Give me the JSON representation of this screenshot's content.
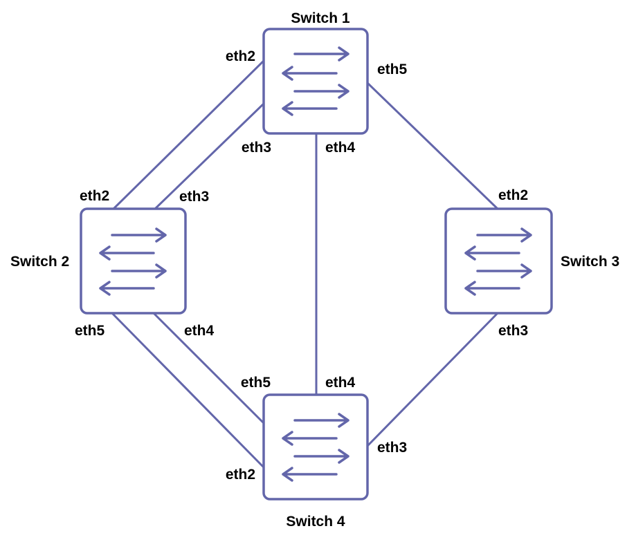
{
  "colors": {
    "accent": "#6366aa",
    "text": "#000000",
    "background": "#ffffff"
  },
  "switches": {
    "s1": {
      "label": "Switch 1",
      "icon": "switch-arrows-icon"
    },
    "s2": {
      "label": "Switch 2",
      "icon": "switch-arrows-icon"
    },
    "s3": {
      "label": "Switch 3",
      "icon": "switch-arrows-icon"
    },
    "s4": {
      "label": "Switch 4",
      "icon": "switch-arrows-icon"
    }
  },
  "links": [
    {
      "from": "Switch 1",
      "from_port": "eth2",
      "to": "Switch 2",
      "to_port": "eth2"
    },
    {
      "from": "Switch 1",
      "from_port": "eth3",
      "to": "Switch 2",
      "to_port": "eth3"
    },
    {
      "from": "Switch 1",
      "from_port": "eth4",
      "to": "Switch 4",
      "to_port": "eth4"
    },
    {
      "from": "Switch 1",
      "from_port": "eth5",
      "to": "Switch 3",
      "to_port": "eth2"
    },
    {
      "from": "Switch 2",
      "from_port": "eth4",
      "to": "Switch 4",
      "to_port": "eth5"
    },
    {
      "from": "Switch 2",
      "from_port": "eth5",
      "to": "Switch 4",
      "to_port": "eth2"
    },
    {
      "from": "Switch 3",
      "from_port": "eth3",
      "to": "Switch 4",
      "to_port": "eth3"
    }
  ]
}
